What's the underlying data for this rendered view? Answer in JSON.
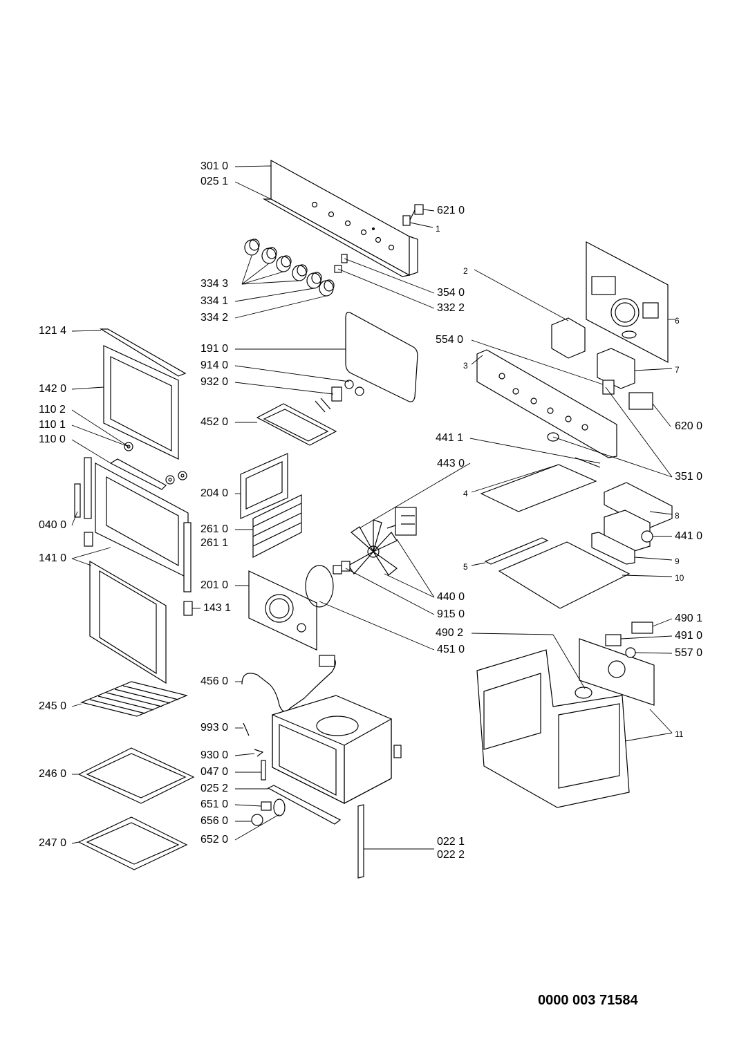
{
  "callouts": {
    "c3010": "301 0",
    "c0251": "025 1",
    "c6210": "621 0",
    "c1": "1",
    "c3343": "334 3",
    "c3341": "334 1",
    "c3342": "334 2",
    "c3540": "354 0",
    "c3322": "332 2",
    "c1214": "121 4",
    "c1420": "142 0",
    "c1102": "110 2",
    "c1101": "110 1",
    "c1100": "110 0",
    "c0400": "040 0",
    "c1410": "141 0",
    "c1431": "143 1",
    "c1910": "191 0",
    "c9140": "914 0",
    "c9320": "932 0",
    "c4520": "452 0",
    "c2040": "204 0",
    "c2610": "261 0",
    "c2611": "261 1",
    "c2010": "201 0",
    "c4560": "456 0",
    "c9930": "993 0",
    "c9300": "930 0",
    "c0470": "047 0",
    "c0252": "025 2",
    "c6510": "651 0",
    "c6560": "656 0",
    "c6520": "652 0",
    "c0221": "022 1",
    "c0222": "022 2",
    "c2450": "245 0",
    "c2460": "246 0",
    "c2470": "247 0",
    "c2": "2",
    "c6": "6",
    "c5540": "554 0",
    "c3": "3",
    "c7": "7",
    "c6200": "620 0",
    "c4411": "441 1",
    "c4430": "443 0",
    "c3510": "351 0",
    "c4": "4",
    "c8": "8",
    "c4410": "441 0",
    "c9": "9",
    "c5": "5",
    "c10": "10",
    "c4400": "440 0",
    "c9150": "915 0",
    "c4510": "451 0",
    "c4901": "490 1",
    "c4902": "490 2",
    "c4910": "491 0",
    "c5570": "557 0",
    "c11": "11"
  },
  "document_number": "0000 003 71584"
}
